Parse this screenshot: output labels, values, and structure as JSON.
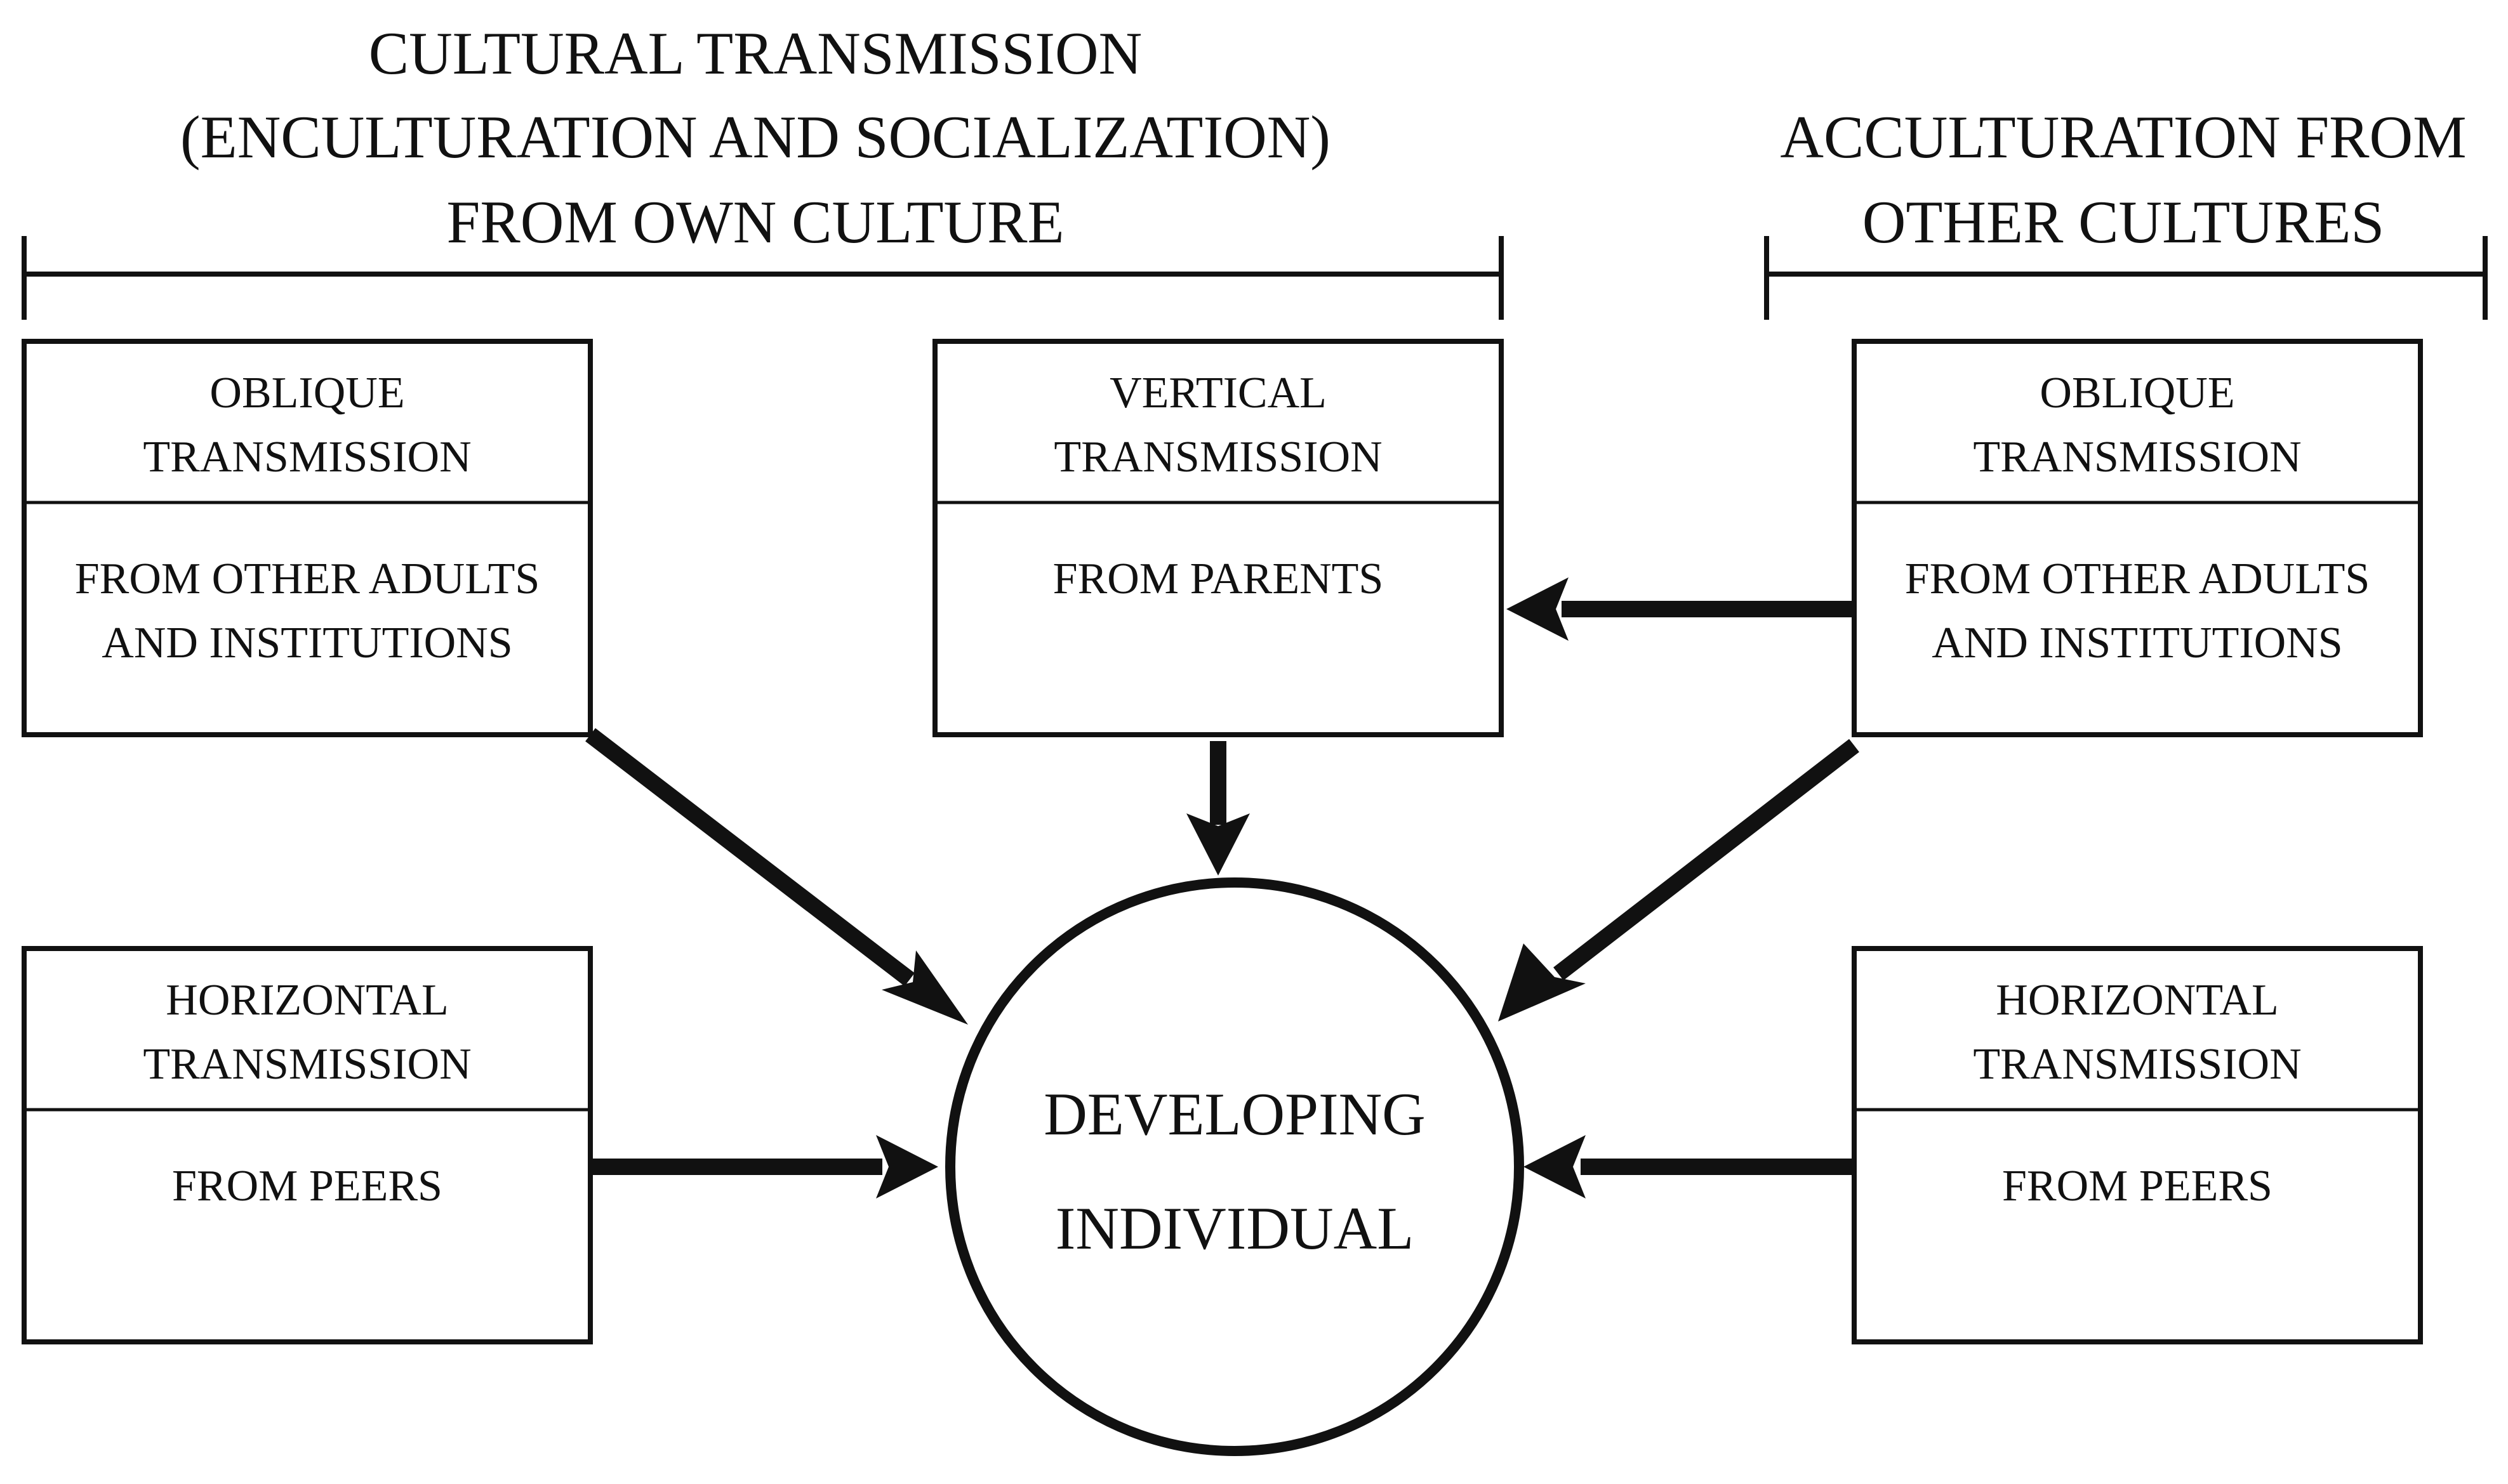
{
  "headers": {
    "own_culture": {
      "lines": [
        "CULTURAL TRANSMISSION",
        "(ENCULTURATION AND SOCIALIZATION)",
        "FROM OWN CULTURE"
      ]
    },
    "other_cultures": {
      "lines": [
        "ACCULTURATION FROM",
        "OTHER CULTURES"
      ]
    }
  },
  "boxes": {
    "oblique_own": {
      "title": [
        "OBLIQUE",
        "TRANSMISSION"
      ],
      "body": [
        "FROM OTHER ADULTS",
        "AND INSTITUTIONS"
      ]
    },
    "vertical_own": {
      "title": [
        "VERTICAL",
        "TRANSMISSION"
      ],
      "body": [
        "FROM PARENTS"
      ]
    },
    "oblique_other": {
      "title": [
        "OBLIQUE",
        "TRANSMISSION"
      ],
      "body": [
        "FROM OTHER ADULTS",
        "AND INSTITUTIONS"
      ]
    },
    "horizontal_own": {
      "title": [
        "HORIZONTAL",
        "TRANSMISSION"
      ],
      "body": [
        "FROM PEERS"
      ]
    },
    "horizontal_other": {
      "title": [
        "HORIZONTAL",
        "TRANSMISSION"
      ],
      "body": [
        "FROM PEERS"
      ]
    }
  },
  "center": {
    "lines": [
      "DEVELOPING",
      "INDIVIDUAL"
    ]
  }
}
